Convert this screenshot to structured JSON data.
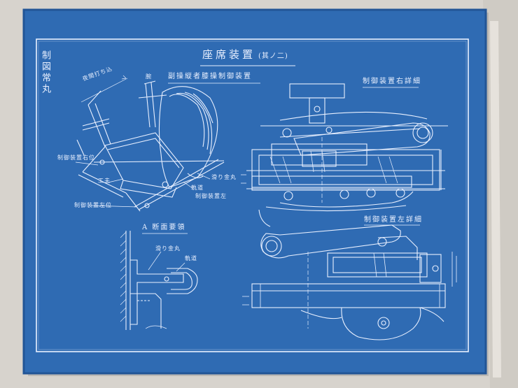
{
  "sheet": {
    "side_label": "制図常丸",
    "title": "座席装置",
    "title_suffix": "(其ノ二)",
    "subtitle": "副操縦者膝操制御装置"
  },
  "detail_views": {
    "upper_right_label": "制御装置右詳細",
    "lower_right_label": "制御装置左詳細",
    "section_label": "A 断面要領"
  },
  "callouts": {
    "seat_left_1": "夜間打ち込",
    "seat_top": "腕",
    "seat_left_2": "制御装置右位",
    "seat_left_3": "工夫",
    "seat_bottom": "制御装置左位",
    "seat_right_1": "滑り金丸",
    "seat_right_2": "軌道",
    "seat_right_3": "制御装置左",
    "section_1": "滑り金丸",
    "section_2": "軌道"
  },
  "colors": {
    "paper_bg": "#d8d4ce",
    "blueprint": "#2f6bb3",
    "ink": "#e9f0ff"
  }
}
